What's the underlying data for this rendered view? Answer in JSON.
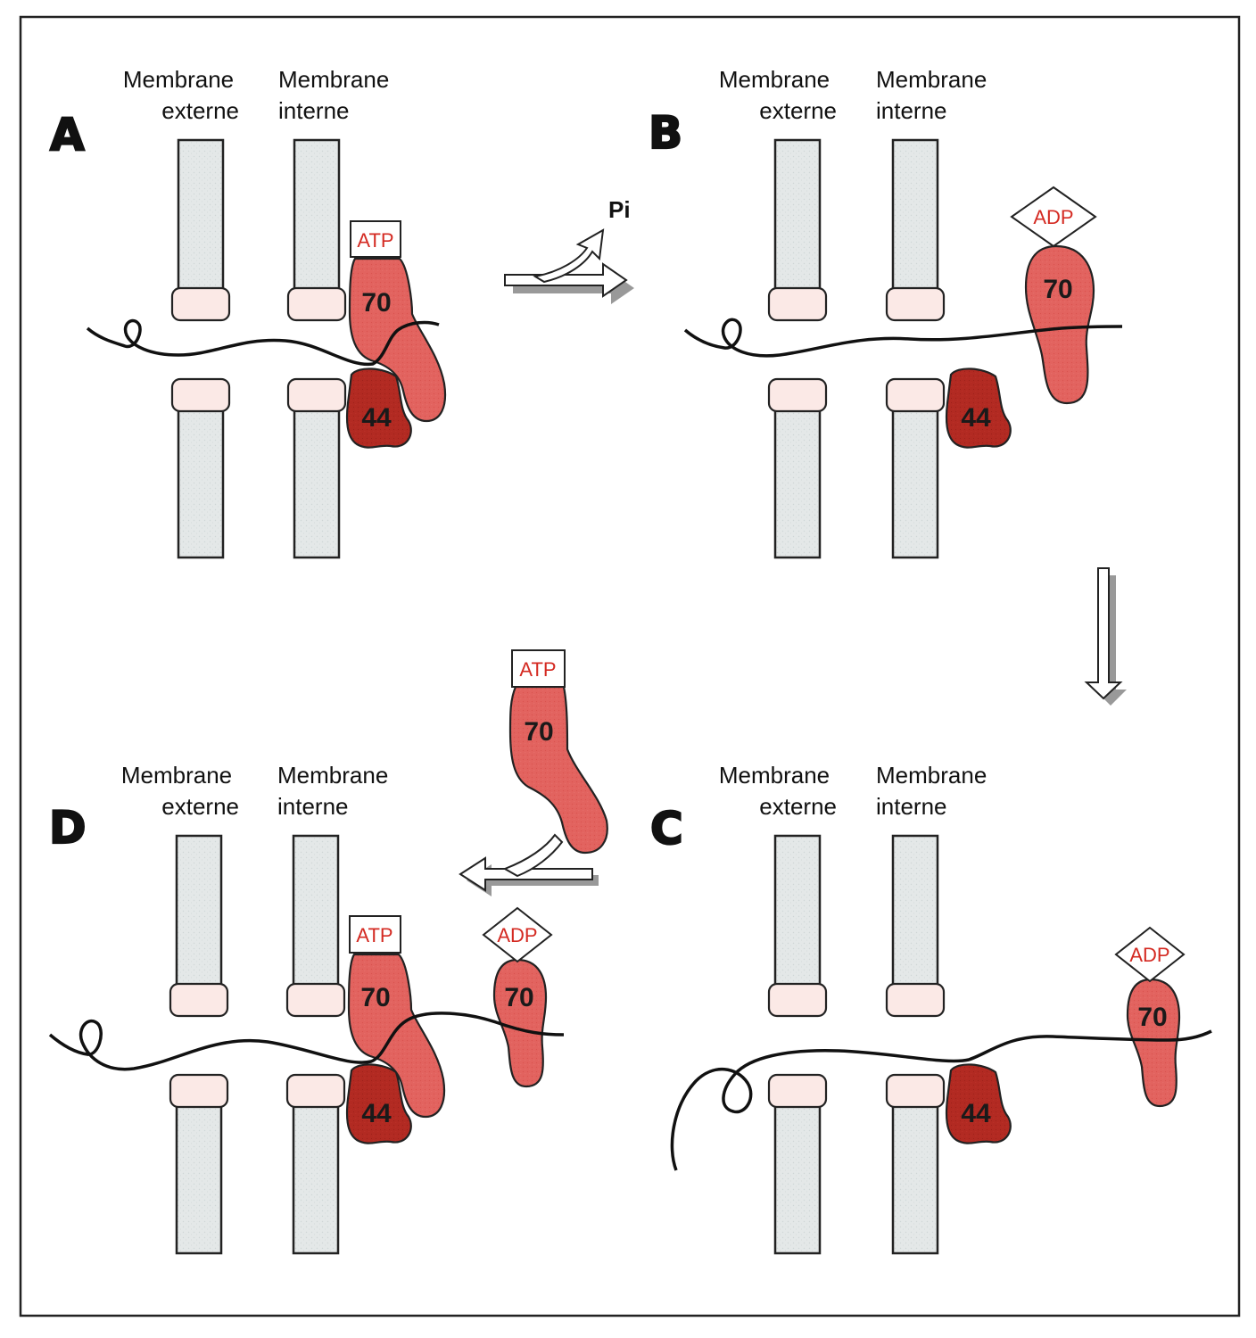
{
  "frame_color": "#222222",
  "colors": {
    "hsp70": "#e2635f",
    "tim44": "#b22a22",
    "nucleotide_text": "#d42a22",
    "membrane_fill": "#e4e8e8",
    "pore_fill": "#fbe9e6",
    "chain": "#111111"
  },
  "panels": {
    "A": {
      "letter": "A",
      "outer_label": [
        "Membrane",
        "externe"
      ],
      "inner_label": [
        "Membrane",
        "interne"
      ],
      "hsp70_label": "70",
      "hsp70_nucleotide": "ATP",
      "tim44_label": "44"
    },
    "B": {
      "letter": "B",
      "outer_label": [
        "Membrane",
        "externe"
      ],
      "inner_label": [
        "Membrane",
        "interne"
      ],
      "hsp70_label": "70",
      "hsp70_nucleotide": "ADP",
      "tim44_label": "44"
    },
    "C": {
      "letter": "C",
      "outer_label": [
        "Membrane",
        "externe"
      ],
      "inner_label": [
        "Membrane",
        "interne"
      ],
      "hsp70_label": "70",
      "hsp70_nucleotide": "ADP",
      "tim44_label": "44"
    },
    "D": {
      "letter": "D",
      "outer_label": [
        "Membrane",
        "externe"
      ],
      "inner_label": [
        "Membrane",
        "interne"
      ],
      "hsp70_bound_label": "70",
      "hsp70_bound_nucleotide": "ATP",
      "hsp70_released_label": "70",
      "hsp70_released_nucleotide": "ADP",
      "hsp70_incoming_label": "70",
      "hsp70_incoming_nucleotide": "ATP",
      "tim44_label": "44"
    }
  },
  "arrow_ab": {
    "released_label": "Pi"
  }
}
